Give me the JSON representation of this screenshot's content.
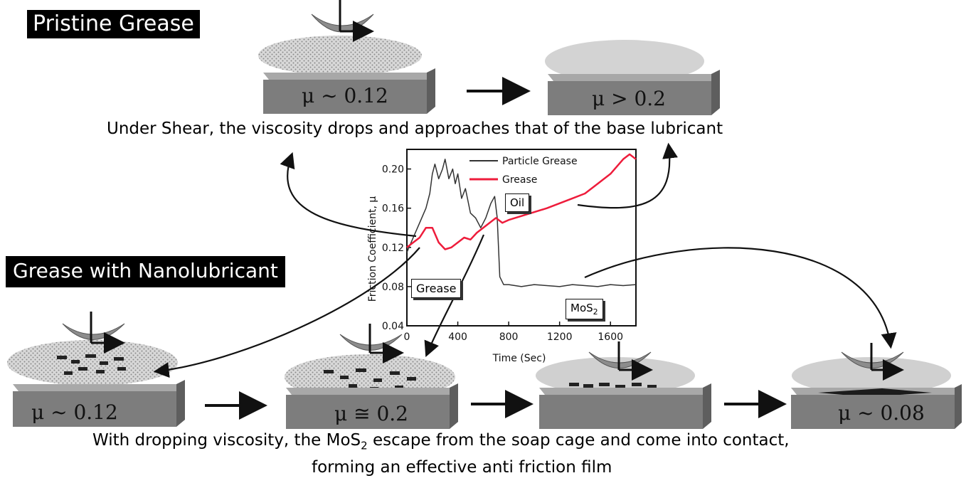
{
  "sections": {
    "pristine_title": "Pristine Grease",
    "nano_title": "Grease with Nanolubricant"
  },
  "captions": {
    "top": "Under Shear, the viscosity drops and approaches that of the base lubricant",
    "bottom_line1_pre": "With dropping viscosity, the MoS",
    "bottom_line1_sub": "2",
    "bottom_line1_post": " escape from the soap cage and come into contact,",
    "bottom_line2": "forming an effective anti friction film"
  },
  "blocks": {
    "top_left_mu": "μ ~ 0.12",
    "top_right_mu": "μ > 0.2",
    "bottom_1_mu": "μ ~ 0.12",
    "bottom_2_mu": "μ ≅ 0.2",
    "bottom_4_mu": "μ ~ 0.08"
  },
  "callouts": {
    "oil": "Oil",
    "grease": "Grease",
    "mos2_main": "MoS",
    "mos2_sub": "2"
  },
  "colors": {
    "particle_grease": "#333333",
    "grease": "#ee1c3b",
    "block_top": "#9a9a9a",
    "block_front": "#7d7d7d",
    "block_side": "#5e5e5e"
  },
  "chart_data": {
    "type": "line",
    "xlabel": "Time (Sec)",
    "ylabel": "Friction Coefficient, μ",
    "xlim": [
      0,
      1800
    ],
    "ylim": [
      0.04,
      0.22
    ],
    "xticks": [
      0,
      400,
      800,
      1200,
      1600
    ],
    "yticks": [
      0.04,
      0.08,
      0.12,
      0.16,
      0.2
    ],
    "xtick_labels": [
      "0",
      "400",
      "800",
      "1200",
      "1600"
    ],
    "ytick_labels": [
      "0.04",
      "0.08",
      "0.12",
      "0.16",
      "0.20"
    ],
    "legend": "top-right",
    "series": [
      {
        "name": "Particle Grease",
        "x": [
          0,
          50,
          100,
          150,
          180,
          200,
          220,
          250,
          280,
          300,
          330,
          360,
          380,
          400,
          430,
          460,
          500,
          540,
          580,
          620,
          660,
          690,
          710,
          730,
          760,
          800,
          900,
          1000,
          1100,
          1200,
          1300,
          1400,
          1500,
          1600,
          1700,
          1800
        ],
        "values": [
          0.115,
          0.13,
          0.145,
          0.16,
          0.175,
          0.195,
          0.205,
          0.19,
          0.2,
          0.21,
          0.19,
          0.2,
          0.185,
          0.195,
          0.17,
          0.18,
          0.155,
          0.15,
          0.14,
          0.15,
          0.165,
          0.172,
          0.15,
          0.09,
          0.082,
          0.082,
          0.08,
          0.082,
          0.081,
          0.08,
          0.082,
          0.081,
          0.08,
          0.082,
          0.081,
          0.082
        ]
      },
      {
        "name": "Grease",
        "x": [
          0,
          50,
          100,
          150,
          200,
          250,
          300,
          350,
          400,
          450,
          500,
          550,
          600,
          650,
          700,
          750,
          800,
          900,
          1000,
          1100,
          1200,
          1300,
          1400,
          1500,
          1600,
          1700,
          1750,
          1800
        ],
        "values": [
          0.12,
          0.125,
          0.13,
          0.14,
          0.14,
          0.125,
          0.118,
          0.12,
          0.125,
          0.13,
          0.128,
          0.135,
          0.14,
          0.145,
          0.15,
          0.145,
          0.148,
          0.152,
          0.156,
          0.16,
          0.165,
          0.17,
          0.175,
          0.185,
          0.195,
          0.21,
          0.215,
          0.21
        ]
      }
    ]
  }
}
